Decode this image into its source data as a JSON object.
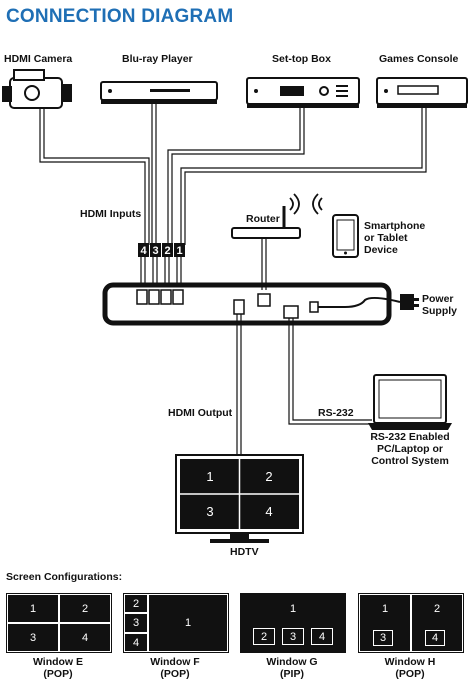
{
  "title": "CONNECTION DIAGRAM",
  "sources": {
    "camera": "HDMI Camera",
    "bluray": "Blu-ray Player",
    "settop": "Set-top Box",
    "console": "Games Console"
  },
  "hdmi_inputs_label": "HDMI Inputs",
  "input_numbers": [
    "4",
    "3",
    "2",
    "1"
  ],
  "router_label": "Router",
  "smartphone_label": "Smartphone or Tablet Device",
  "power_label": "Power Supply",
  "hdmi_output_label": "HDMI Output",
  "rs232_label": "RS-232",
  "pc_label": "RS-232 Enabled PC/Laptop or Control System",
  "tv": {
    "label": "HDTV",
    "quadrants": [
      "1",
      "2",
      "3",
      "4"
    ]
  },
  "configs": {
    "title": "Screen Configurations:",
    "windows": [
      {
        "name": "Window E",
        "mode": "(POP)",
        "panes": [
          "1",
          "2",
          "3",
          "4"
        ]
      },
      {
        "name": "Window F",
        "mode": "(POP)",
        "panes": [
          "2",
          "3",
          "4",
          "1"
        ]
      },
      {
        "name": "Window G",
        "mode": "(PIP)",
        "panes": [
          "1",
          "2",
          "3",
          "4"
        ]
      },
      {
        "name": "Window H",
        "mode": "(POP)",
        "panes": [
          "1",
          "2",
          "3",
          "4"
        ]
      }
    ]
  }
}
